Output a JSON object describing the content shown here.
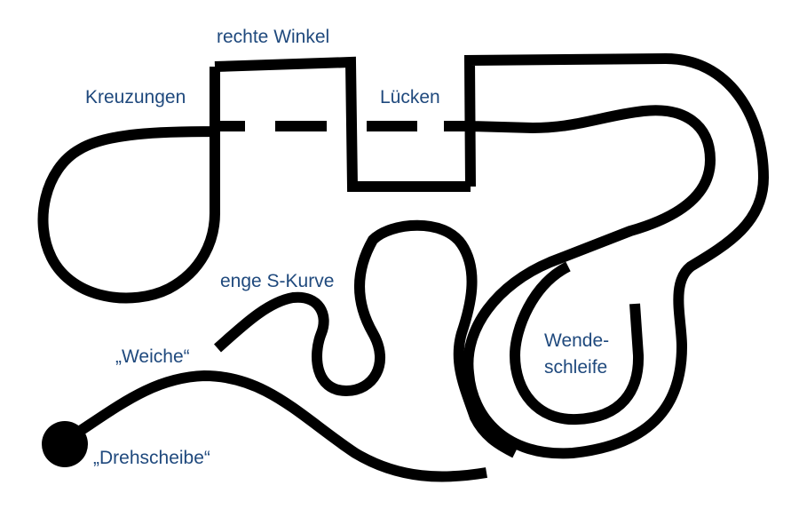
{
  "diagram": {
    "type": "line-follower track diagram",
    "line_color": "#000000",
    "label_color": "#1f497d",
    "labels": {
      "crossings": "Kreuzungen",
      "right_angles": "rechte Winkel",
      "gaps": "Lücken",
      "tight_s_curve": "enge S-Kurve",
      "switch": "„Weiche“",
      "turntable": "„Drehscheibe“",
      "turnaround_loop_line1": "Wende-",
      "turnaround_loop_line2": "schleife"
    }
  }
}
